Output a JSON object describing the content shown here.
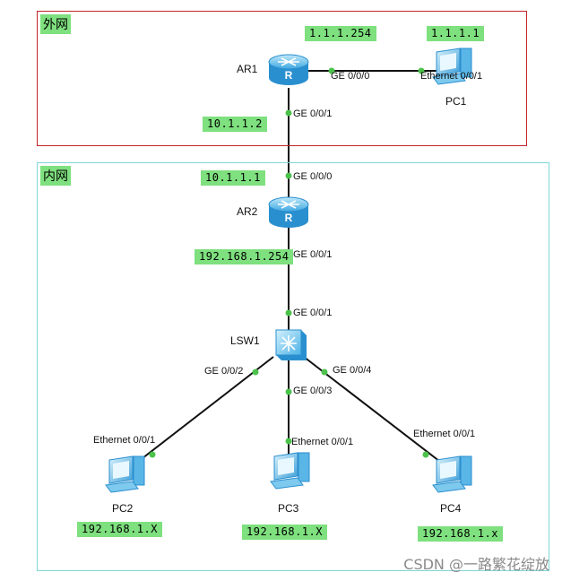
{
  "zones": {
    "outer": "外网",
    "inner": "内网"
  },
  "devices": {
    "ar1": "AR1",
    "ar2": "AR2",
    "lsw1": "LSW1",
    "pc1": "PC1",
    "pc2": "PC2",
    "pc3": "PC3",
    "pc4": "PC4"
  },
  "ports": {
    "ar1_ge000": "GE 0/0/0",
    "ar1_ge001": "GE 0/0/1",
    "pc1_eth": "Ethernet 0/0/1",
    "ar2_ge000": "GE 0/0/0",
    "ar2_ge001": "GE 0/0/1",
    "lsw1_ge001": "GE 0/0/1",
    "lsw1_ge002": "GE 0/0/2",
    "lsw1_ge003": "GE 0/0/3",
    "lsw1_ge004": "GE 0/0/4",
    "pc2_eth": "Ethernet 0/0/1",
    "pc3_eth": "Ethernet 0/0/1",
    "pc4_eth": "Ethernet 0/0/1"
  },
  "ips": {
    "ar1_ge000": "1.1.1.254",
    "pc1": "1.1.1.1",
    "ar1_ge001": "10.1.1.2",
    "ar2_ge000": "10.1.1.1",
    "ar2_ge001": "192.168.1.254",
    "pc2": "192.168.1.X",
    "pc3": "192.168.1.X",
    "pc4": "192.168.1.x"
  },
  "watermark": "CSDN @一路繁花绽放",
  "colors": {
    "link": "#111111",
    "port_dot": "#4cc24c",
    "ip_bg": "#7ee07e",
    "outer_border": "#c0262b",
    "inner_border": "#7fd6d6"
  }
}
